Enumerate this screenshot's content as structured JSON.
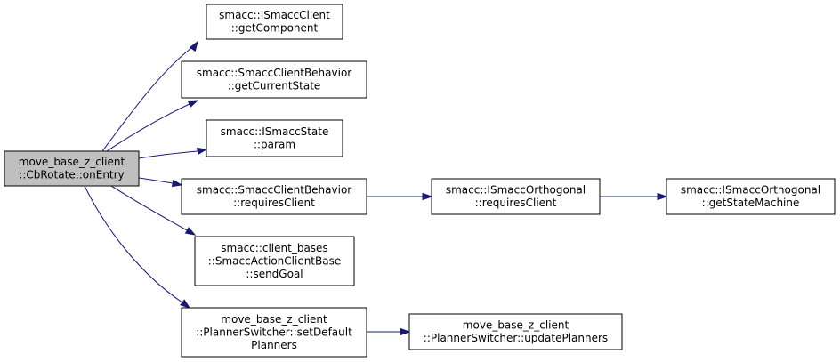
{
  "colors": {
    "node_fill": "#ffffff",
    "root_fill": "#bfbfbf",
    "node_stroke": "#000000",
    "edge": "#191970"
  },
  "nodes": [
    {
      "id": "root",
      "is_root": true,
      "lines": [
        "move_base_z_client",
        "::CbRotate::onEntry"
      ]
    },
    {
      "id": "getComponent",
      "lines": [
        "smacc::ISmaccClient",
        "::getComponent"
      ]
    },
    {
      "id": "getCurrentState",
      "lines": [
        "smacc::SmaccClientBehavior",
        "::getCurrentState"
      ]
    },
    {
      "id": "param",
      "lines": [
        "smacc::ISmaccState",
        "::param"
      ]
    },
    {
      "id": "requiresClient",
      "lines": [
        "smacc::SmaccClientBehavior",
        "::requiresClient"
      ]
    },
    {
      "id": "sendGoal",
      "lines": [
        "smacc::client_bases",
        "::SmaccActionClientBase",
        "::sendGoal"
      ]
    },
    {
      "id": "setDefaultPlanners",
      "lines": [
        "move_base_z_client",
        "::PlannerSwitcher::setDefault",
        "Planners"
      ]
    },
    {
      "id": "orthoRequiresClient",
      "lines": [
        "smacc::ISmaccOrthogonal",
        "::requiresClient"
      ]
    },
    {
      "id": "updatePlanners",
      "lines": [
        "move_base_z_client",
        "::PlannerSwitcher::updatePlanners"
      ]
    },
    {
      "id": "getStateMachine",
      "lines": [
        "smacc::ISmaccOrthogonal",
        "::getStateMachine"
      ]
    }
  ],
  "edges": [
    {
      "from": "root",
      "to": "getComponent"
    },
    {
      "from": "root",
      "to": "getCurrentState"
    },
    {
      "from": "root",
      "to": "param"
    },
    {
      "from": "root",
      "to": "requiresClient"
    },
    {
      "from": "root",
      "to": "sendGoal"
    },
    {
      "from": "root",
      "to": "setDefaultPlanners"
    },
    {
      "from": "requiresClient",
      "to": "orthoRequiresClient"
    },
    {
      "from": "orthoRequiresClient",
      "to": "getStateMachine"
    },
    {
      "from": "setDefaultPlanners",
      "to": "updatePlanners"
    }
  ]
}
